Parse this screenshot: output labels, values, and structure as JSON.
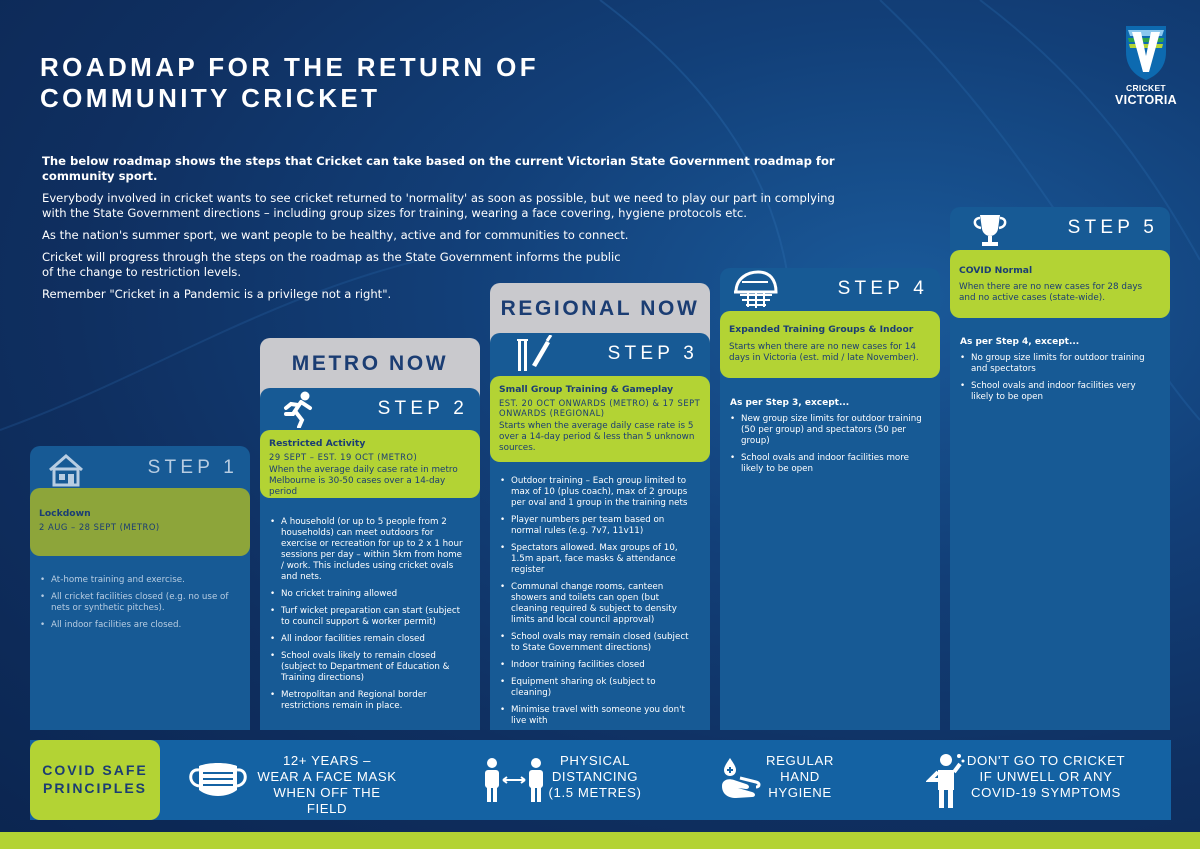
{
  "title": {
    "line1": "ROADMAP FOR THE RETURN OF",
    "line2": "COMMUNITY CRICKET"
  },
  "logo": {
    "top": "CRICKET",
    "bottom": "VICTORIA"
  },
  "intro": [
    "The below roadmap shows the steps that Cricket can take based on the current Victorian State Government roadmap for community sport.",
    "Everybody involved in cricket wants to see cricket returned to 'normality' as soon as possible, but we need to play our part in complying with the State Government directions – including group sizes for training, wearing a face covering, hygiene protocols etc.",
    "As the nation's summer sport, we want people to be healthy, active and for communities to connect.",
    "Cricket will progress through the steps on the roadmap as the State Government informs the public of the change to restriction levels.",
    "Remember \"Cricket in a Pandemic is a privilege not a right\"."
  ],
  "tabs": {
    "metro": "METRO NOW",
    "regional": "REGIONAL NOW"
  },
  "steps": {
    "s1": {
      "label": "STEP 1",
      "title": "Lockdown",
      "dates": "2 AUG – 28 SEPT (METRO)",
      "bullets": [
        "At-home training and exercise.",
        "All cricket facilities closed (e.g. no use of nets or synthetic pitches).",
        "All indoor facilities are closed."
      ]
    },
    "s2": {
      "label": "STEP 2",
      "title": "Restricted Activity",
      "dates": "29 SEPT – EST. 19 OCT (METRO)",
      "desc": "When the average daily case rate in metro Melbourne is 30-50 cases over a 14-day period",
      "bullets": [
        "A household (or up to 5 people from 2 households) can meet outdoors for exercise or recreation for up to 2 x 1 hour sessions per day – within 5km from home / work. This includes using cricket ovals and nets.",
        "No cricket training allowed",
        "Turf wicket preparation can start (subject to council support & worker permit)",
        "All indoor facilities remain closed",
        "School ovals likely to remain closed (subject to Department of Education & Training directions)",
        "Metropolitan and Regional border restrictions remain in place."
      ]
    },
    "s3": {
      "label": "STEP 3",
      "title": "Small Group Training & Gameplay",
      "dates": "EST. 20 OCT ONWARDS (METRO) & 17 SEPT ONWARDS (REGIONAL)",
      "desc": "Starts when the average daily case rate is 5 over a 14-day period & less than 5 unknown sources.",
      "bullets": [
        "Outdoor training – Each group limited to max of 10 (plus coach), max of 2 groups per oval and 1 group in the training nets",
        "Player numbers per team based on normal rules (e.g. 7v7, 11v11)",
        "Spectators allowed. Max groups of 10, 1.5m apart, face masks & attendance register",
        "Communal change rooms, canteen showers and toilets can open (but cleaning required & subject to density limits and local council approval)",
        "School ovals may remain closed (subject to State Government directions)",
        "Indoor training facilities closed",
        "Equipment sharing ok (subject to cleaning)",
        "Minimise travel with someone you don't live with"
      ]
    },
    "s4": {
      "label": "STEP 4",
      "title": "Expanded Training Groups & Indoor",
      "desc": "Starts when there are no new cases for 14 days in Victoria (est. mid / late November).",
      "as_per": "As per Step 3, except...",
      "bullets": [
        "New group size limits for outdoor training (50 per group) and spectators (50 per group)",
        "School ovals and indoor facilities more likely to be open"
      ]
    },
    "s5": {
      "label": "STEP 5",
      "title": "COVID Normal",
      "desc": "When there are no new cases for 28 days and no active cases (state-wide).",
      "as_per": "As per Step 4, except...",
      "bullets": [
        "No group size limits for outdoor training and spectators",
        "School ovals and indoor facilities very likely to be open"
      ]
    }
  },
  "principles": {
    "badge": {
      "line1": "COVID SAFE",
      "line2": "PRINCIPLES"
    },
    "mask": {
      "line1": "12+ YEARS –",
      "line2": "WEAR A FACE MASK",
      "line3": "WHEN OFF THE FIELD"
    },
    "distance": {
      "line1": "PHYSICAL",
      "line2": "DISTANCING",
      "line3": "(1.5 METRES)"
    },
    "hygiene": {
      "line1": "REGULAR",
      "line2": "HAND",
      "line3": "HYGIENE"
    },
    "unwell": {
      "line1": "DON'T GO TO CRICKET",
      "line2": "IF UNWELL OR ANY",
      "line3": "COVID-19 SYMPTOMS"
    }
  },
  "colors": {
    "lime": "#b3d334",
    "olive": "#8da53a",
    "navy": "#1b3d73",
    "panel": "#175a95",
    "tab_grey": "#c9c9cd"
  }
}
